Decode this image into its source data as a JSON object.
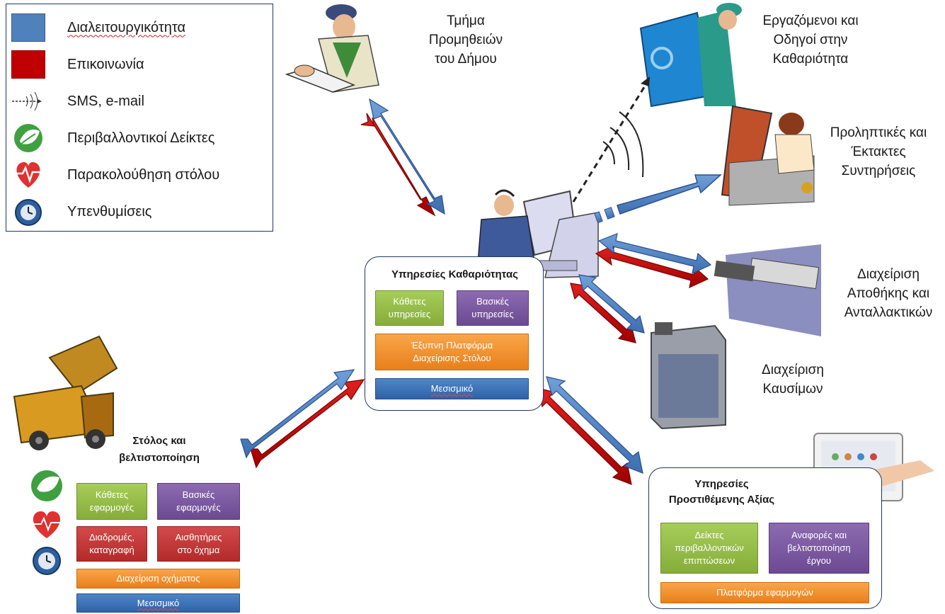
{
  "legend": {
    "items": [
      {
        "label": "Διαλειτουργικότητα",
        "icon": "blue-square-icon"
      },
      {
        "label": "Επικοινωνία",
        "icon": "red-square-icon"
      },
      {
        "label": "SMS, e-mail",
        "icon": "wireless-signal-icon"
      },
      {
        "label": "Περιβαλλοντικοί  Δείκτες",
        "icon": "leaf-icon"
      },
      {
        "label": "Παρακολούθηση στόλου",
        "icon": "heartbeat-icon"
      },
      {
        "label": "Υπενθυμίσεις",
        "icon": "alarm-clock-icon"
      }
    ]
  },
  "nodes": {
    "procurement": [
      "Τμήμα",
      "Προμηθειών",
      "του Δήμου"
    ],
    "workers": [
      "Εργαζόμενοι και",
      "Οδηγοί στην",
      "Καθαριότητα"
    ],
    "maintenance": [
      "Προληπτικές και",
      "Έκτακτες",
      "Συντηρήσεις"
    ],
    "warehouse": [
      "Διαχείριση",
      "Αποθήκης και",
      "Ανταλλακτικών"
    ],
    "fuel": [
      "Διαχείριση",
      "Καυσίμων"
    ]
  },
  "cleaning_services": {
    "title": "Υπηρεσίες Καθαριότητας",
    "vertical": [
      "Κάθετες",
      "υπηρεσίες"
    ],
    "basic": [
      "Βασικές",
      "υπηρεσίες"
    ],
    "platform": [
      "Έξυπνη Πλατφόρμα",
      "Διαχείρισης Στόλου"
    ],
    "middleware": "Μεσισμικό"
  },
  "fleet": {
    "title": [
      "Στόλος και",
      "βελτιστοποίηση"
    ],
    "vertical_apps": [
      "Κάθετες",
      "εφαρμογές"
    ],
    "basic_apps": [
      "Βασικές",
      "εφαρμογές"
    ],
    "routes": [
      "Διαδρομές,",
      "καταγραφή"
    ],
    "sensors": [
      "Αισθητήρες",
      "στο όχημα"
    ],
    "vehicle_mgmt": "Διαχείριση οχήματος",
    "middleware": "Μεσισμικό"
  },
  "value_added": {
    "title": [
      "Υπηρεσίες",
      "Προστιθέμενης  Αξίας"
    ],
    "env_indicators": [
      "Δείκτες",
      "περιβαλλοντικών",
      "επιπτώσεων"
    ],
    "reports": [
      "Αναφορές και",
      "βελτιστοποίηση",
      "έργου"
    ],
    "apps_platform": "Πλατφόρμα εφαρμογών"
  },
  "colors": {
    "interop_blue": "#4f81bd",
    "comm_red": "#c00000",
    "green": "#9bbb59",
    "purple": "#8064a2",
    "orange": "#f79646",
    "blue": "#3a6fb5"
  }
}
